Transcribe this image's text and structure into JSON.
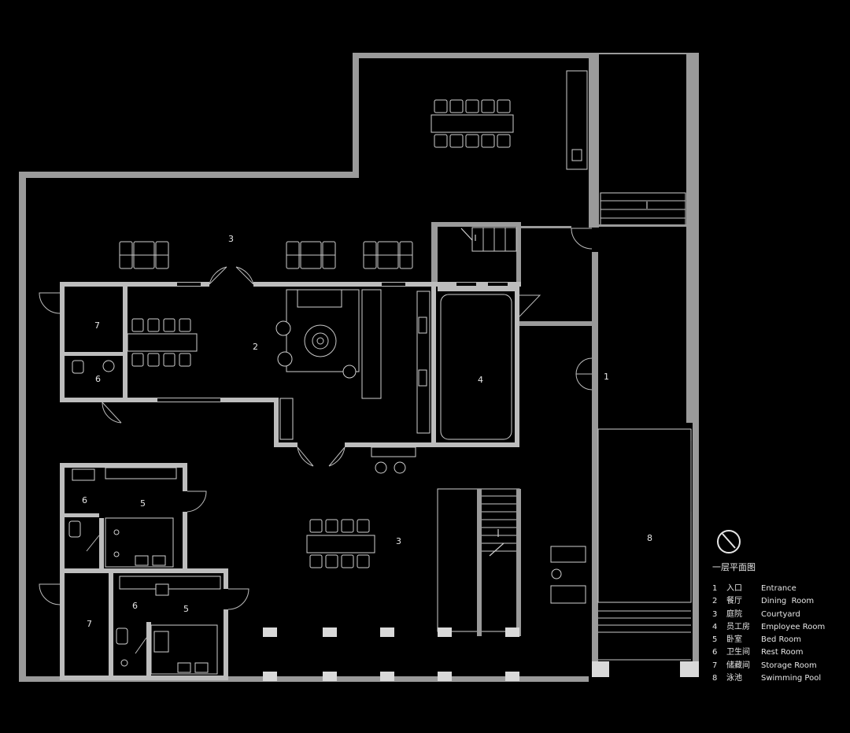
{
  "room_labels": {
    "r1": "1",
    "r2": "2",
    "r3a": "3",
    "r3b": "3",
    "r4": "4",
    "r5a": "5",
    "r5b": "5",
    "r6a": "6",
    "r6b": "6",
    "r6c": "6",
    "r7a": "7",
    "r7b": "7",
    "r8": "8"
  },
  "legend": {
    "title": "一层平面图",
    "items": [
      {
        "num": "1",
        "zh": "入口",
        "en": "Entrance"
      },
      {
        "num": "2",
        "zh": "餐厅",
        "en": "Dining  Room"
      },
      {
        "num": "3",
        "zh": "庭院",
        "en": "Courtyard"
      },
      {
        "num": "4",
        "zh": "员工房",
        "en": "Employee Room"
      },
      {
        "num": "5",
        "zh": "卧室",
        "en": "Bed Room"
      },
      {
        "num": "6",
        "zh": "卫生间",
        "en": "Rest Room"
      },
      {
        "num": "7",
        "zh": "储藏间",
        "en": "Storage Room"
      },
      {
        "num": "8",
        "zh": "泳池",
        "en": "Swimming Pool"
      }
    ]
  },
  "colors": {
    "background": "#000000",
    "wall": "#9a9a9a",
    "line": "#c8c8c8",
    "text": "#e6e6e6"
  },
  "icons": {
    "north": "north-arrow-icon"
  }
}
